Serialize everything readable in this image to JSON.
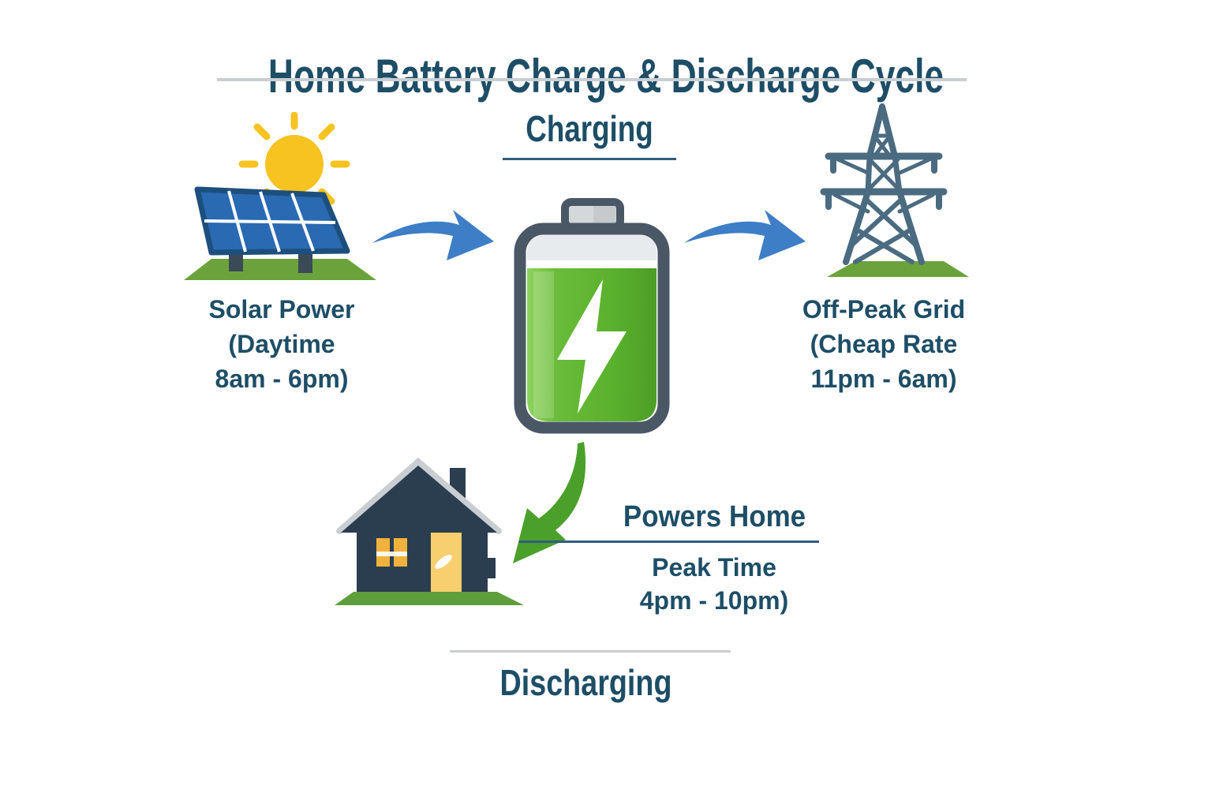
{
  "title": "Home Battery Charge & Discharge Cycle",
  "phases": {
    "charging": "Charging",
    "discharging": "Discharging"
  },
  "solar": {
    "title": "Solar Power",
    "line2": "(Daytime",
    "line3": "8am - 6pm)"
  },
  "grid": {
    "title": "Off-Peak Grid",
    "line2": "(Cheap Rate",
    "line3": "11pm - 6am)"
  },
  "home": {
    "title": "Powers Home",
    "line2": "Peak Time",
    "line3": "4pm - 10pm)"
  },
  "icons": {
    "solar_panel": "solar-panel-with-sun",
    "battery": "green-charging-battery-with-lightning-bolt",
    "pylon": "transmission-tower",
    "house": "house-with-lit-windows",
    "arrow_solar_to_battery": "curved-blue-arrow-right",
    "arrow_battery_to_grid": "curved-blue-arrow-right",
    "arrow_battery_to_home": "curved-green-arrow-down-left"
  },
  "colors": {
    "text_navy": "#1d4e66",
    "divider_gray": "#c9ced3",
    "divider_navy": "#2f5d7c",
    "arrow_blue": "#3d7ec6",
    "arrow_green": "#4ba02c",
    "battery_green": "#5cb42e",
    "battery_frame": "#4a5866",
    "sun_yellow": "#f6c320",
    "panel_blue": "#2a6ab3",
    "pylon_steel": "#4a6b80",
    "house_navy": "#2b3e50",
    "window_amber": "#f0b23c",
    "grass_green": "#6ba23c"
  }
}
